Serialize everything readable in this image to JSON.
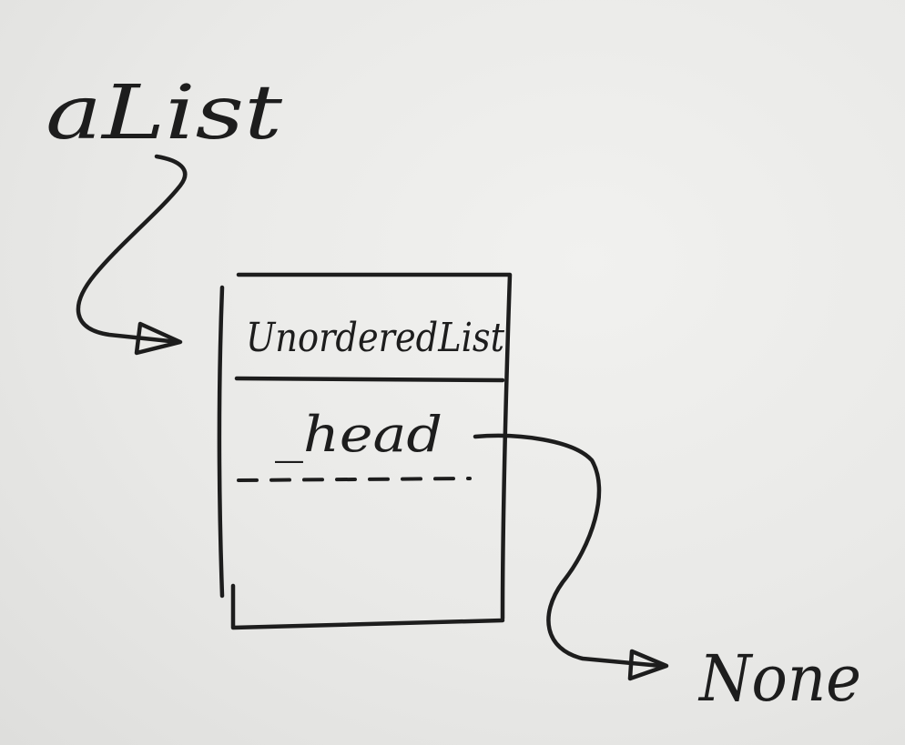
{
  "variable_name": "aList",
  "object": {
    "class_name": "UnorderedList",
    "field_name": "_head"
  },
  "target_value": "None",
  "ink_color": "#1d1d1d"
}
